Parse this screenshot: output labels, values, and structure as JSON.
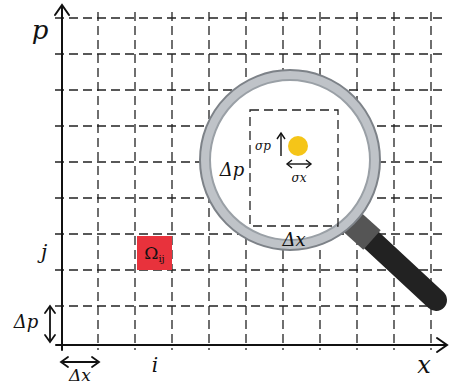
{
  "diagram": {
    "nodes": [
      {
        "text": [
          "Ω",
          "ij"
        ]
      }
    ],
    "labels": [
      "p",
      "j",
      "Δp",
      "Δx",
      "i",
      "x",
      "Δp",
      "Δx",
      "σp",
      "σx"
    ]
  }
}
